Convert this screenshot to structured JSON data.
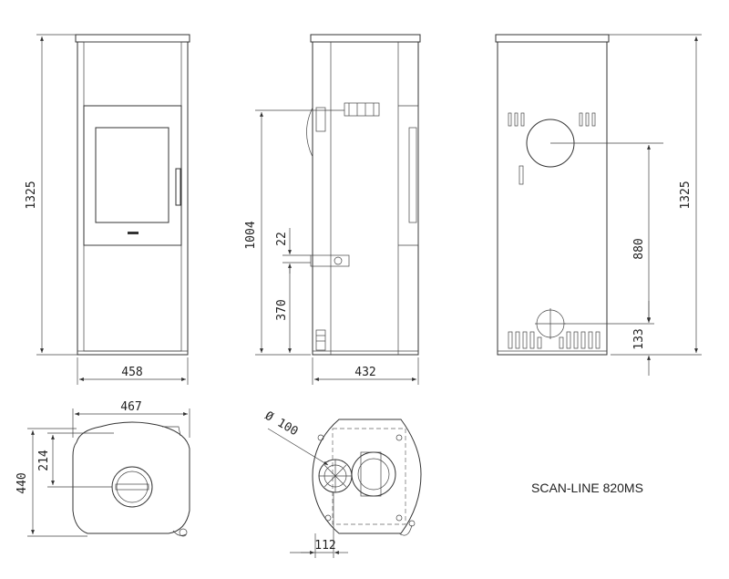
{
  "title": "SCAN-LINE 820MS",
  "front_view": {
    "height_label": "1325",
    "width_label": "458"
  },
  "side_view": {
    "flue_height_label": "1004",
    "small_gap_label": "22",
    "air_inlet_height_label": "370",
    "depth_label": "432"
  },
  "rear_view": {
    "height_label": "1325",
    "rear_flue_height_label": "880",
    "rear_air_height_label": "133"
  },
  "top_view_front": {
    "width_label": "467",
    "depth_label": "440",
    "flue_offset_label": "214"
  },
  "top_view_rear": {
    "diameter_label": "Ø 100",
    "offset_label": "112"
  }
}
